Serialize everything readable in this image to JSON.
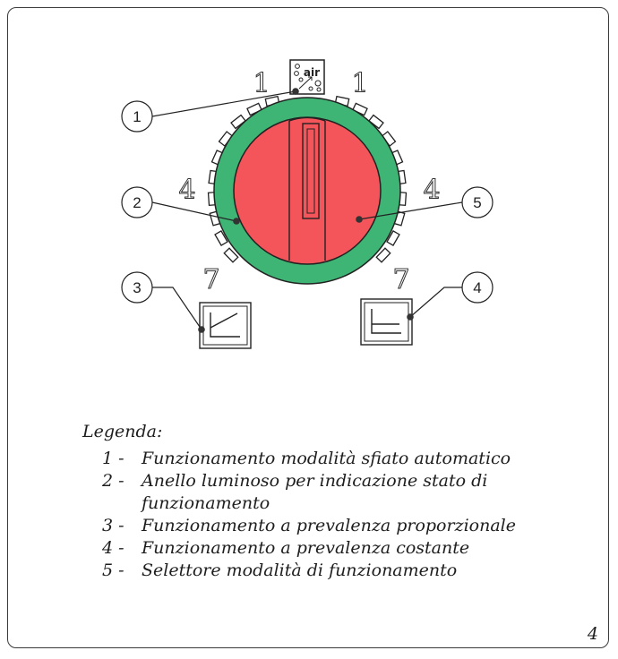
{
  "scale_labels": {
    "top_left": "1",
    "top_right": "1",
    "mid_left": "4",
    "mid_right": "4",
    "bottom_left": "7",
    "bottom_right": "7"
  },
  "air_icon_text": "air",
  "callouts": [
    "1",
    "2",
    "3",
    "4",
    "5"
  ],
  "legend": {
    "title": "Legenda:",
    "separator": "-",
    "items": [
      {
        "num": "1",
        "text": "Funzionamento modalità sfiato automatico"
      },
      {
        "num": "2",
        "text": "Anello luminoso per indicazione stato di funzionamento"
      },
      {
        "num": "3",
        "text": "Funzionamento a prevalenza proporzionale"
      },
      {
        "num": "4",
        "text": "Funzionamento a prevalenza costante"
      },
      {
        "num": "5",
        "text": "Selettore modalità di funzionamento"
      }
    ]
  },
  "page_number": "4",
  "colors": {
    "ring_green": "#3eb575",
    "knob_red": "#f4555a",
    "line": "#222222"
  }
}
